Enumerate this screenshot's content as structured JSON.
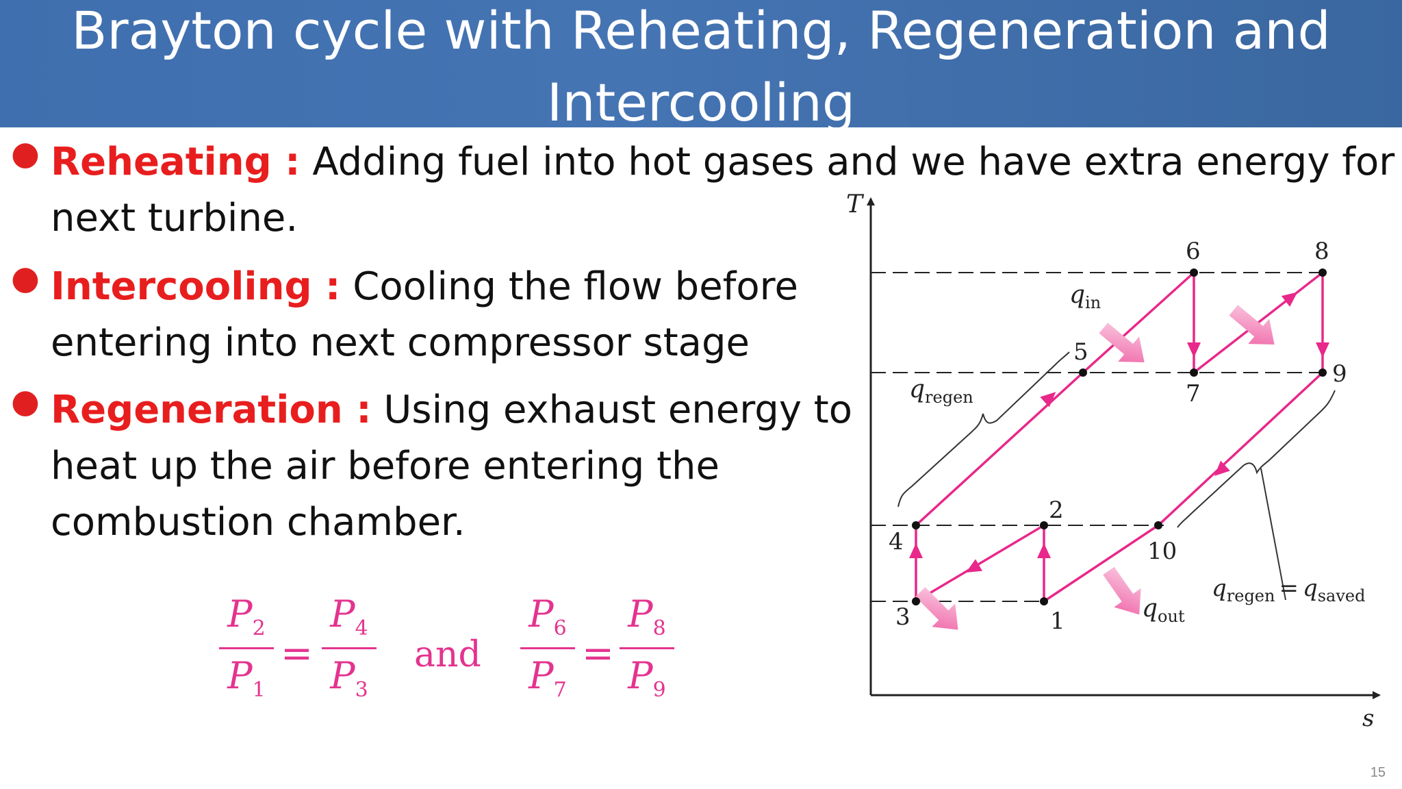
{
  "slide": {
    "title_line1": "Brayton cycle with Reheating, Regeneration and",
    "title_line2": "Intercooling",
    "page_number": "15"
  },
  "bullets": [
    {
      "keyword": "Reheating :",
      "line1": " Adding fuel into hot gases and we have extra energy for",
      "line2": "next turbine."
    },
    {
      "keyword": "Intercooling :",
      "line1": " Cooling the flow before",
      "line2": "entering into next compressor stage"
    },
    {
      "keyword": "Regeneration :",
      "line1": " Using exhaust energy to",
      "line2": "heat up the air before entering the",
      "line3": "combustion chamber."
    }
  ],
  "formula": {
    "p": "P",
    "subs": [
      "2",
      "1",
      "4",
      "3",
      "6",
      "7",
      "8",
      "9"
    ],
    "equals": "=",
    "and": "and"
  },
  "diagram": {
    "axis_t": "T",
    "axis_s": "s",
    "state_labels": [
      "1",
      "2",
      "3",
      "4",
      "5",
      "6",
      "7",
      "8",
      "9",
      "10"
    ],
    "q_symbol": "q",
    "q_in_sub": "in",
    "q_out_sub": "out",
    "q_regen_sub": "regen",
    "q_saved_sub": "saved",
    "equals": "=",
    "colors": {
      "process": "#e8288a",
      "heat_arrow": "#f07ab5",
      "axis": "#222222"
    }
  }
}
